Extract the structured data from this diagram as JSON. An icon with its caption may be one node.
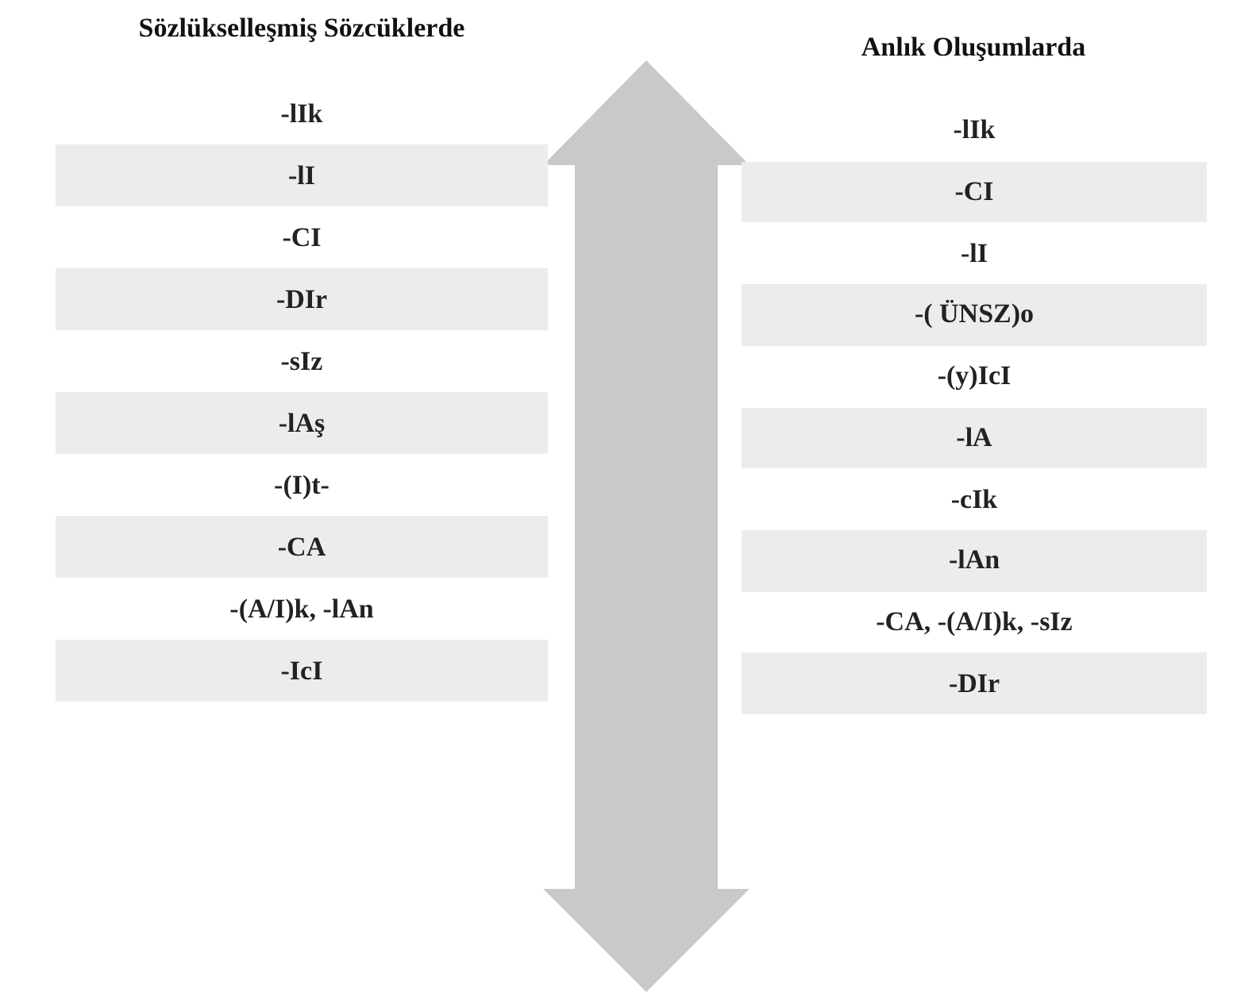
{
  "diagram": {
    "nodes": [
      {
        "text": [
          "-lIk"
        ]
      },
      {
        "text": [
          "-lI"
        ]
      },
      {
        "text": [
          "-CI"
        ]
      },
      {
        "text": [
          "-DIr"
        ]
      },
      {
        "text": [
          "-sIz"
        ]
      },
      {
        "text": [
          "-lAş"
        ]
      },
      {
        "text": [
          "-(I)t-"
        ]
      },
      {
        "text": [
          "-CA"
        ]
      },
      {
        "text": [
          "-(A/I)k, -lAn"
        ]
      },
      {
        "text": [
          "-IcI"
        ]
      },
      {
        "text": [
          "-lIk"
        ]
      },
      {
        "text": [
          "-CI"
        ]
      },
      {
        "text": [
          "-lI"
        ]
      },
      {
        "text": [
          "-( ÜNSZ)o"
        ]
      },
      {
        "text": [
          "-(y)IcI"
        ]
      },
      {
        "text": [
          "-lA"
        ]
      },
      {
        "text": [
          "-cIk"
        ]
      },
      {
        "text": [
          "-lAn"
        ]
      },
      {
        "text": [
          "-CA, -(A/I)k, -sIz"
        ]
      },
      {
        "text": [
          "-DIr"
        ]
      }
    ],
    "labels": [
      "Sözlükselleşmiş Sözcüklerde",
      "Anlık Oluşumlarda"
    ]
  }
}
